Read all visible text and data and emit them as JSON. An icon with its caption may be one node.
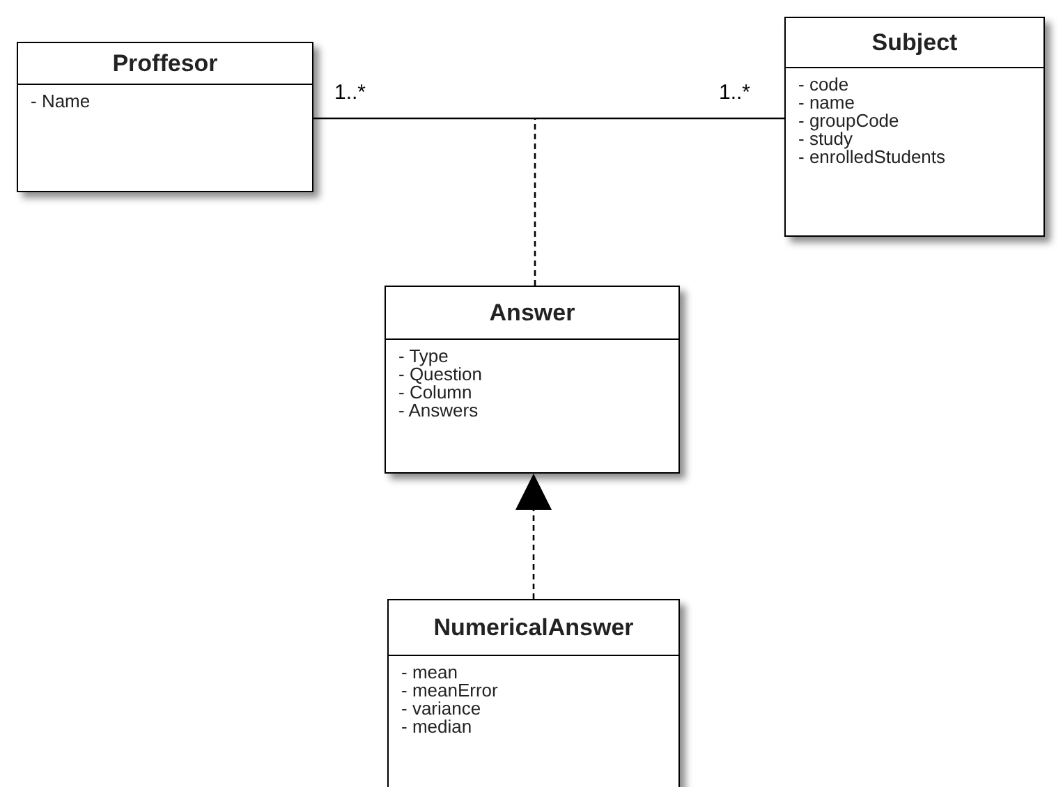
{
  "diagram": {
    "nodes": [
      {
        "text": [
          "Proffesor",
          "- Name"
        ]
      },
      {
        "text": [
          "Subject",
          "- code",
          "- name",
          "- groupCode",
          "- study",
          "- enrolledStudents"
        ]
      },
      {
        "text": [
          "Answer",
          "- Type",
          "- Question",
          "- Column",
          "- Answers"
        ]
      },
      {
        "text": [
          "NumericalAnswer",
          "- mean",
          "- meanError",
          "- variance",
          "- median"
        ]
      }
    ],
    "edges": [
      {
        "from": 0,
        "to": 1,
        "arrow": "none"
      },
      {
        "from": 2,
        "to": null,
        "arrow": "none",
        "style": "dashed"
      },
      {
        "from": 3,
        "to": 2,
        "arrow": "to",
        "style": "dashed"
      }
    ],
    "labels": [
      "1..*",
      "1..*"
    ]
  }
}
